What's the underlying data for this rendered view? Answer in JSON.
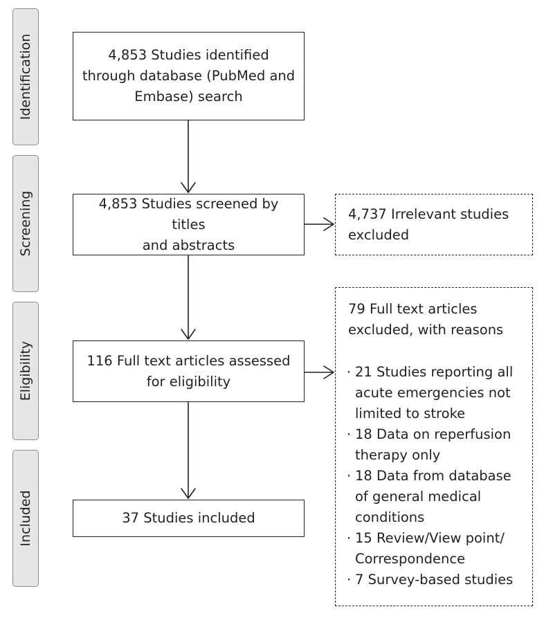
{
  "phases": {
    "identification": "Identification",
    "screening": "Screening",
    "eligibility": "Eligibility",
    "included": "Included"
  },
  "boxes": {
    "identified": "4,853 Studies identified\nthrough database (PubMed and\nEmbase) search",
    "screened": "4,853 Studies screened by titles\nand abstracts",
    "assessed": "116 Full text articles assessed\nfor eligibility",
    "included": "37 Studies included"
  },
  "excluded_screening": "4,737 Irrelevant studies\nexcluded",
  "excluded_fulltext": {
    "heading": "79 Full text articles\nexcluded, with reasons",
    "bullet": "·",
    "reasons": [
      "21 Studies reporting all\nacute emergencies not\nlimited to stroke",
      "18 Data on reperfusion\ntherapy only",
      "18 Data from database\nof general medical\nconditions",
      "15 Review/View point/\nCorrespondence",
      "7 Survey-based studies"
    ]
  }
}
